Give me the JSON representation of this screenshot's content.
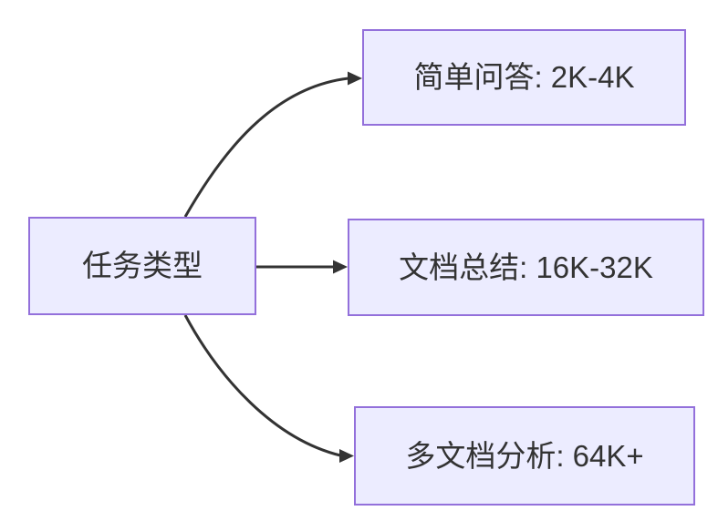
{
  "diagram": {
    "type": "flowchart-left-to-right",
    "background_color": "#FFFFFF",
    "style": {
      "node_fill": "#ECECFF",
      "node_border": "#9370DB",
      "edge_color": "#333333",
      "text_color": "#333333"
    },
    "root": {
      "id": "task-type",
      "label": "任务类型"
    },
    "branches": [
      {
        "id": "simple-qa",
        "label": "简单问答: 2K-4K"
      },
      {
        "id": "doc-summary",
        "label": "文档总结: 16K-32K"
      },
      {
        "id": "multi-doc-analysis",
        "label": "多文档分析: 64K+"
      }
    ],
    "edges": [
      {
        "from": "task-type",
        "to": "simple-qa"
      },
      {
        "from": "task-type",
        "to": "doc-summary"
      },
      {
        "from": "task-type",
        "to": "multi-doc-analysis"
      }
    ]
  }
}
